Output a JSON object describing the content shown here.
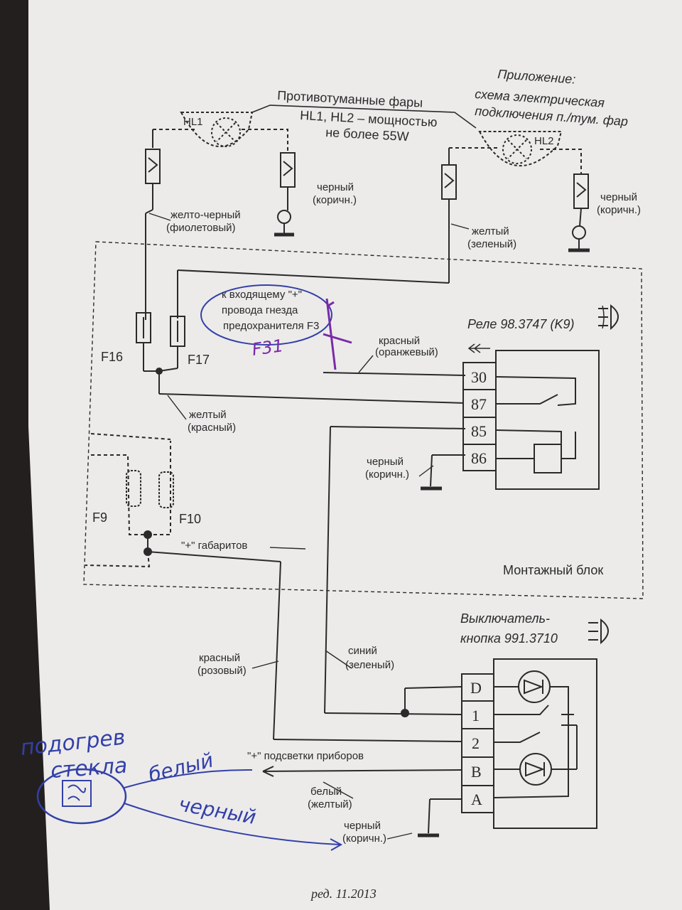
{
  "title": {
    "line1": "Приложение:",
    "line2": "схема электрическая",
    "line3": "подключения п./тум. фар"
  },
  "fog_lamps": {
    "label": "Противотуманные фары",
    "spec_line1": "HL1, HL2 – мощностью",
    "spec_line2": "не более 55W",
    "hl1": "HL1",
    "hl2": "HL2"
  },
  "wires": {
    "black_1": "черный",
    "brown_1": "(коричн.)",
    "yellow_black": "желто-черный",
    "violet": "(фиолетовый)",
    "yellow_1": "желтый",
    "green_1": "(зеленый)",
    "black_2": "черный",
    "brown_2": "(коричн.)",
    "red_1": "красный",
    "orange": "(оранжевый)",
    "yellow_2": "желтый",
    "red_2": "(красный)",
    "black_3": "черный",
    "brown_3": "(коричн.)",
    "blue": "синий",
    "green_2": "(зеленый)",
    "red_3": "красный",
    "pink": "(розовый)",
    "white": "белый",
    "yellow_3": "(желтый)",
    "black_4": "черный",
    "brown_4": "(коричн.)"
  },
  "fuses": {
    "f16": "F16",
    "f17": "F17",
    "f9": "F9",
    "f10": "F10",
    "note_line1": "к входящему \"+\"",
    "note_line2": "провода гнезда",
    "note_line3": "предохранителя F3"
  },
  "relay": {
    "label": "Реле 98.3747 (K9)",
    "pins": [
      "30",
      "87",
      "85",
      "86"
    ]
  },
  "block": {
    "label": "Монтажный блок",
    "gabarit": "\"+\" габаритов"
  },
  "switch": {
    "label_line1": "Выключатель-",
    "label_line2": "кнопка 991.3710",
    "pins": [
      "D",
      "1",
      "2",
      "B",
      "A"
    ],
    "backlight": "\"+\" подсветки приборов"
  },
  "handwriting": {
    "f31": "F31",
    "heating_line1": "подогрев",
    "heating_line2": "стекла",
    "white": "белый",
    "black": "черный"
  },
  "footer": "ред. 11.2013",
  "colors": {
    "paper": "#efefee",
    "ink": "#2a2a2a",
    "pen_blue": "#3340a8",
    "pen_purple": "#7a2aa8"
  }
}
